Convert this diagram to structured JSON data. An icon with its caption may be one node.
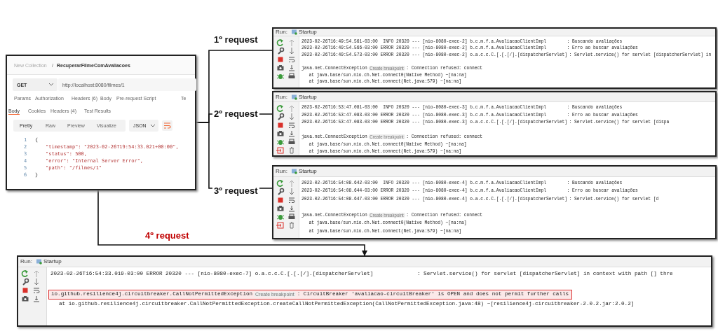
{
  "diagram": {
    "nodes": [
      {
        "text": [
          "New Collection",
          "/",
          "RecuperarFilmeComAvaliacoes",
          "GET",
          "http://localhost:8080/filmes/1",
          "Params",
          "Authorization",
          "Headers (6)",
          "Body",
          "Pre-request Script",
          "Te",
          "Body",
          "Cookies",
          "Headers (4)",
          "Test Results",
          "Pretty",
          "Raw",
          "Preview",
          "Visualize",
          "JSON",
          "1",
          "2",
          "3",
          "4",
          "5",
          "6",
          "{",
          "\"timestamp\": \"2023-02-26T19:54:33.021+00:00\",",
          "\"status\": 500,",
          "\"error\": \"Internal Server Error\",",
          "\"path\": \"/filmes/1\"",
          "}"
        ]
      },
      {
        "text": [
          "Run:",
          "Startup",
          "2023-02-26T16:49:54.561-03:00  INFO 20320 --- [nio-8080-exec-2] b.c.m.f.a.AvaliacaoClientImpl",
          ": Buscando avaliações",
          "2023-02-26T16:49:54.566-03:00 ERROR 20320 --- [nio-8080-exec-2] b.c.m.f.a.AvaliacaoClientImpl",
          ": Erro ao buscar avaliações",
          "2023-02-26T16:49:54.573-03:00 ERROR 20320 --- [nio-8080-exec-2] o.a.c.c.C.[.[.[/].[dispatcherServlet]",
          ": Servlet.service() for servlet [dispatcherServlet] in",
          "java.net.ConnectException",
          "Create breakpoint",
          ": Connection refused: connect",
          "at java.base/sun.nio.ch.Net.connect0(Native Method) ~[na:na]",
          "at java.base/sun.nio.ch.Net.connect(Net.java:579) ~[na:na]"
        ]
      },
      {
        "text": [
          "Run:",
          "Startup",
          "2023-02-26T16:53:47.081-03:00  INFO 20320 --- [nio-8080-exec-3] b.c.m.f.a.AvaliacaoClientImpl",
          ": Buscando avaliações",
          "2023-02-26T16:53:47.083-03:00 ERROR 20320 --- [nio-8080-exec-3] b.c.m.f.a.AvaliacaoClientImpl",
          ": Erro ao buscar avaliações",
          "2023-02-26T16:53:47.083-03:00 ERROR 20320 --- [nio-8080-exec-3] o.a.c.c.C.[.[.[/].[dispatcherServlet]",
          ": Servlet.service() for servlet [dispa",
          "java.net.ConnectException",
          "Create breakpoint",
          ": Connection refused: connect",
          "at java.base/sun.nio.ch.Net.connect0(Native Method) ~[na:na]",
          "at java.base/sun.nio.ch.Net.connect(Net.java:579) ~[na:na]"
        ]
      },
      {
        "text": [
          "Run:",
          "Startup",
          "2023-02-26T16:54:08.642-03:00  INFO 20320 --- [nio-8080-exec-4] b.c.m.f.a.AvaliacaoClientImpl",
          ": Buscando avaliações",
          "2023-02-26T16:54:08.644-03:00 ERROR 20320 --- [nio-8080-exec-4] b.c.m.f.a.AvaliacaoClientImpl",
          ": Erro ao buscar avaliações",
          "2023-02-26T16:54:08.647-03:00 ERROR 20320 --- [nio-8080-exec-4] o.a.c.c.C.[.[.[/].[dispatcherServlet]",
          ": Servlet.service() for servlet [d",
          "java.net.ConnectException",
          "Create breakpoint",
          ": Connection refused: connect",
          "at java.base/sun.nio.ch.Net.connect0(Native Method) ~[na:na]",
          "at java.base/sun.nio.ch.Net.connect(Net.java:579) ~[na:na]"
        ]
      },
      {
        "text": [
          "Run:",
          "Startup",
          "2023-02-26T16:54:33.019-03:00 ERROR 20320 --- [nio-8080-exec-7] o.a.c.c.C.[.[.[/].[dispatcherServlet]",
          ": Servlet.service() for servlet [dispatcherServlet] in context with path [] thre",
          "io.github.resilience4j.circuitbreaker.CallNotPermittedException",
          "Create breakpoint",
          ": CircuitBreaker 'avaliacao-circuitBreaker' is OPEN and does not permit further calls",
          "at io.github.resilience4j.circuitbreaker.CallNotPermittedException.createCallNotPermittedException(CallNotPermittedException.java:48) ~[resilience4j-circuitbreaker-2.0.2.jar:2.0.2]"
        ]
      }
    ],
    "edges": [
      {
        "from": 0,
        "to": 1,
        "arrow": "none",
        "label": "1º request"
      },
      {
        "from": 0,
        "to": 2,
        "arrow": "none",
        "label": "2º request"
      },
      {
        "from": 0,
        "to": 3,
        "arrow": "none",
        "label": "3º request"
      },
      {
        "from": 0,
        "to": 4,
        "arrow": "to",
        "label": "4º request"
      }
    ]
  }
}
